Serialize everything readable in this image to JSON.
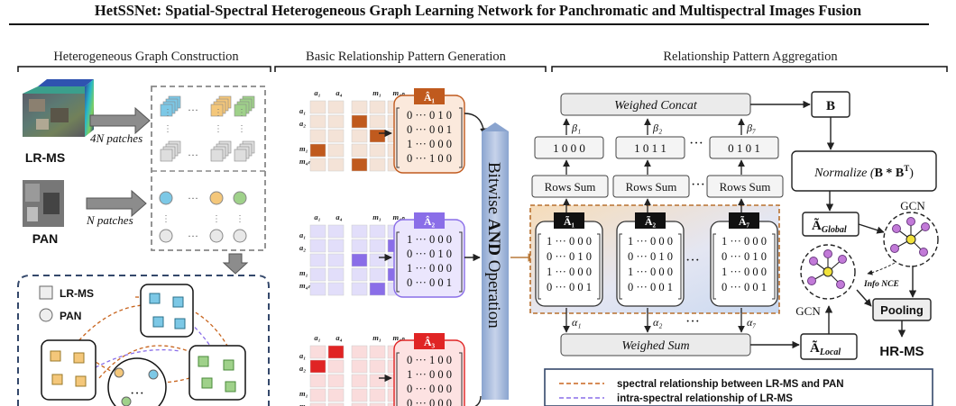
{
  "title": "HetSSNet: Spatial-Spectral Heterogeneous Graph Learning Network for Panchromatic and Multispectral Images Fusion",
  "sections": {
    "construction": "Heterogeneous Graph Construction",
    "generation": "Basic Relationship Pattern Generation",
    "aggregation": "Relationship Pattern Aggregation"
  },
  "inputs": {
    "lrms": "LR-MS",
    "pan": "PAN",
    "lrms_patches": "4N patches",
    "pan_patches": "N patches"
  },
  "graph_legend": {
    "lrms": "LR-MS",
    "pan": "PAN"
  },
  "matrix_labels": {
    "rows": [
      "a₁",
      "a₂",
      "m₁",
      "m₄ₙ"
    ]
  },
  "patterns": [
    {
      "label": "Â₁",
      "color": "#c05a1e",
      "rows": [
        "0 ··· 0 1 0",
        "0 ··· 0 0 1",
        "1 ··· 0 0 0",
        "0 ··· 1 0 0"
      ]
    },
    {
      "label": "Â₂",
      "color": "#8a6ee8",
      "rows": [
        "1 ··· 0 0 0",
        "0 ··· 0 1 0",
        "1 ··· 0 0 0",
        "0 ··· 0 0 1"
      ]
    },
    {
      "label": "Â₃",
      "color": "#e02424",
      "rows": [
        "0 ··· 1 0 0",
        "1 ··· 0 0 0",
        "0 ··· 0 0 0",
        "0 ··· 0 0 0"
      ]
    }
  ],
  "bitwise": {
    "pre": "Bitwise ",
    "strong": "AND",
    "post": " Operation"
  },
  "aggregation": {
    "concat": "Weighed Concat",
    "sum": "Weighed Sum",
    "rows_sum": "Rows Sum",
    "vectors": [
      "1 0 0 0",
      "1 0 1 1",
      "0 1 0 1"
    ],
    "betas": [
      "β₁",
      "β₂",
      "β₇"
    ],
    "alphas": [
      "α₁",
      "α₂",
      "α₇"
    ],
    "ellipsis": "···",
    "tilde_matrices": [
      {
        "label": "Ã₁",
        "rows": [
          "1 ··· 0 0 0",
          "0 ··· 0 1 0",
          "1 ··· 0 0 0",
          "0 ··· 0 0 1"
        ]
      },
      {
        "label": "Ã₂",
        "rows": [
          "1 ··· 0 0 0",
          "0 ··· 0 1 0",
          "1 ··· 0 0 0",
          "0 ··· 0 0 1"
        ]
      },
      {
        "label": "Ã₇",
        "rows": [
          "1 ··· 0 0 0",
          "0 ··· 0 1 0",
          "1 ··· 0 0 0",
          "0 ··· 0 0 1"
        ]
      }
    ],
    "B": "B",
    "normalize_pre": "Normalize (",
    "normalize_expr": "B * B",
    "normalize_sup": "T",
    "normalize_post": ")",
    "a_global": "Ã",
    "a_global_sub": "Global",
    "a_local": "Ã",
    "a_local_sub": "Local",
    "gcn": "GCN",
    "info_nce": "Info NCE",
    "pooling": "Pooling",
    "output": "HR-MS"
  },
  "legend": {
    "spectral": "spectral relationship between LR-MS and PAN",
    "intra": "intra-spectral relationship of LR-MS"
  },
  "colors": {
    "orange": "#c8651f",
    "purple": "#8a6ee8",
    "red": "#e02424",
    "bitwise_bar": "#9fb3d6",
    "highlight_box": "#f3d9b8",
    "teal": "#7cc8e6",
    "gold": "#f4c77a",
    "green": "#9fd18a"
  }
}
